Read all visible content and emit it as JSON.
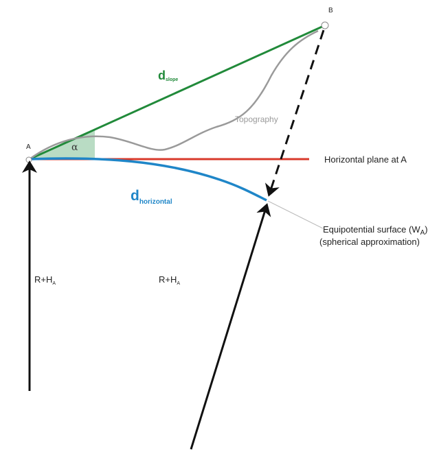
{
  "diagram": {
    "points": {
      "a": "A",
      "b": "B"
    },
    "angle_label": "α",
    "d_slope": {
      "main": "d",
      "sub": "slope"
    },
    "d_horizontal": {
      "main": "d",
      "sub": "horizontal"
    },
    "topography_label": "Topography",
    "horizontal_plane_label": "Horizontal plane at A",
    "equipotential": {
      "line1": "Equipotential surface (W",
      "line1_sub": "A",
      "line1_end": ")",
      "line2": "(spherical approximation)"
    },
    "radius_left": {
      "main": "R+H",
      "sub": "A"
    },
    "radius_center": {
      "main": "R+H",
      "sub": "A"
    },
    "colors": {
      "slope": "#218a3a",
      "horizontal_plane": "#d8392b",
      "equipotential": "#1f86c8",
      "topography": "#9a9a9a",
      "angle_fill": "#b9dcc4",
      "arrows": "#111111"
    }
  }
}
